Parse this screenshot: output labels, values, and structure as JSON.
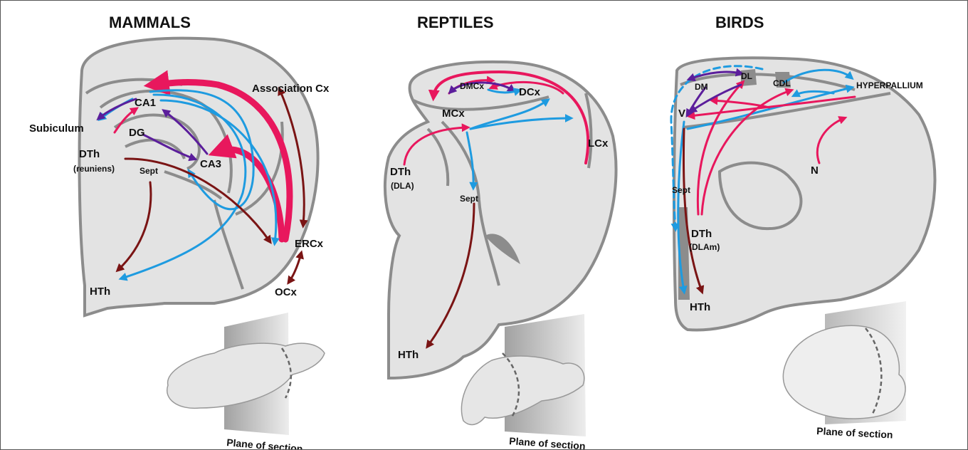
{
  "panels": {
    "mammals": {
      "title": "MAMMALS",
      "labels": {
        "association_cx": "Association Cx",
        "ca1": "CA1",
        "subiculum": "Subiculum",
        "dg": "DG",
        "dth": "DTh",
        "reuniens": "(reuniens)",
        "sept": "Sept",
        "ca3": "CA3",
        "ercx": "ERCx",
        "ocx": "OCx",
        "hth": "HTh"
      },
      "caption": "Plane of section"
    },
    "reptiles": {
      "title": "REPTILES",
      "labels": {
        "dmcx": "DMCx",
        "dcx": "DCx",
        "mcx": "MCx",
        "lcx": "LCx",
        "dth": "DTh",
        "dla": "(DLA)",
        "sept": "Sept",
        "hth": "HTh"
      },
      "caption": "Plane of section"
    },
    "birds": {
      "title": "BIRDS",
      "labels": {
        "dm": "DM",
        "dl": "DL",
        "cdl": "CDL",
        "hyperpallium": "HYPERPALLIUM",
        "v": "V",
        "sept": "Sept",
        "n": "N",
        "dth": "DTh",
        "dlam": "(DLAm)",
        "hth": "HTh"
      },
      "caption": "Plane of section"
    }
  },
  "colors": {
    "magenta": "#e8175d",
    "blue": "#1e9be0",
    "purple": "#5b1e9b",
    "darkred": "#7a1414",
    "brain_fill": "#e3e3e3",
    "brain_outline": "#8c8c8c"
  }
}
